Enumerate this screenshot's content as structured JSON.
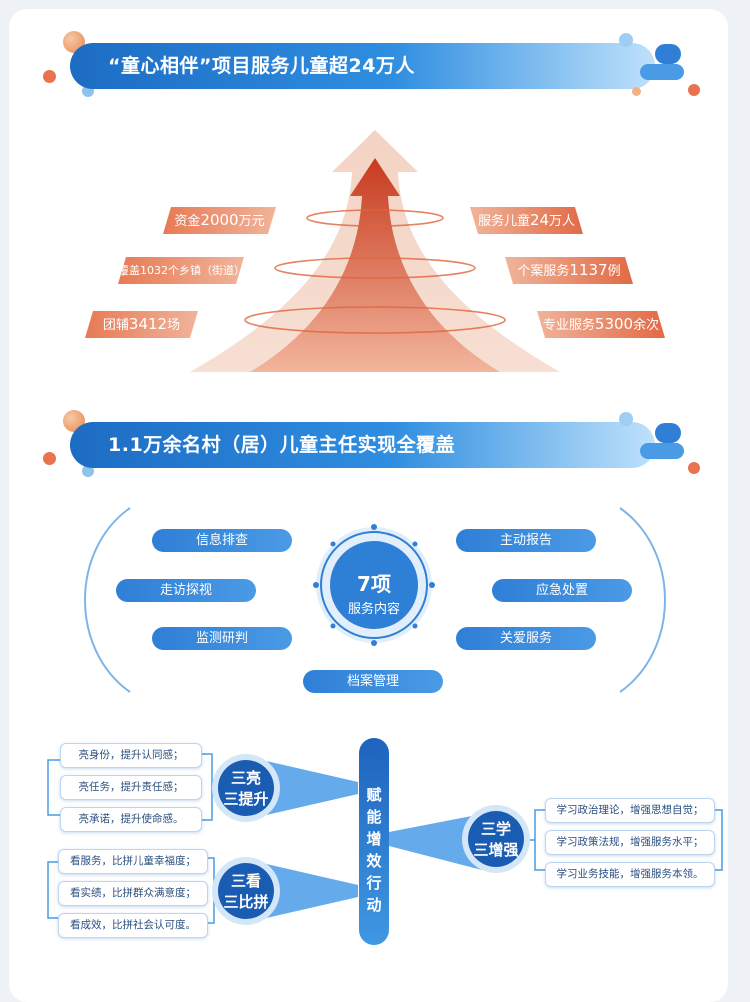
{
  "banner1": {
    "title": "“童心相伴”项目服务儿童超24万人"
  },
  "banner2": {
    "title": "1.1万余名村（居）儿童主任实现全覆盖"
  },
  "arrow_stats": {
    "left": [
      {
        "prefix": "资金",
        "num": "2000",
        "suffix": "万元"
      },
      {
        "prefix": "覆盖",
        "num": "1032",
        "suffix": "个乡镇（街道）"
      },
      {
        "prefix": "团辅",
        "num": "3412",
        "suffix": "场"
      }
    ],
    "right": [
      {
        "prefix": "服务儿童",
        "num": "24",
        "suffix": "万人"
      },
      {
        "prefix": "个案服务",
        "num": "1137",
        "suffix": "例"
      },
      {
        "prefix": "专业服务",
        "num": "5300",
        "suffix": "余次"
      }
    ]
  },
  "services": {
    "center_num": "7项",
    "center_label": "服务内容",
    "items": [
      "信息排查",
      "走访探视",
      "监测研判",
      "主动报告",
      "应急处置",
      "关爱服务",
      "档案管理"
    ]
  },
  "action": {
    "title_chars": [
      "赋",
      "能",
      "增",
      "效",
      "行",
      "动"
    ],
    "group1": {
      "line1": "三亮",
      "line2": "三提升",
      "items": [
        "亮身份，提升认同感；",
        "亮任务，提升责任感；",
        "亮承诺，提升使命感。"
      ]
    },
    "group2": {
      "line1": "三看",
      "line2": "三比拼",
      "items": [
        "看服务，比拼儿童幸福度；",
        "看实绩，比拼群众满意度；",
        "看成效，比拼社会认可度。"
      ]
    },
    "group3": {
      "line1": "三学",
      "line2": "三增强",
      "items": [
        "学习政治理论，增强思想自觉；",
        "学习政策法规，增强服务水平；",
        "学习业务技能，增强服务本领。"
      ]
    }
  },
  "colors": {
    "blue": "#2a78d2",
    "orange": "#e26a45",
    "light_blue": "#bfe1fb"
  }
}
